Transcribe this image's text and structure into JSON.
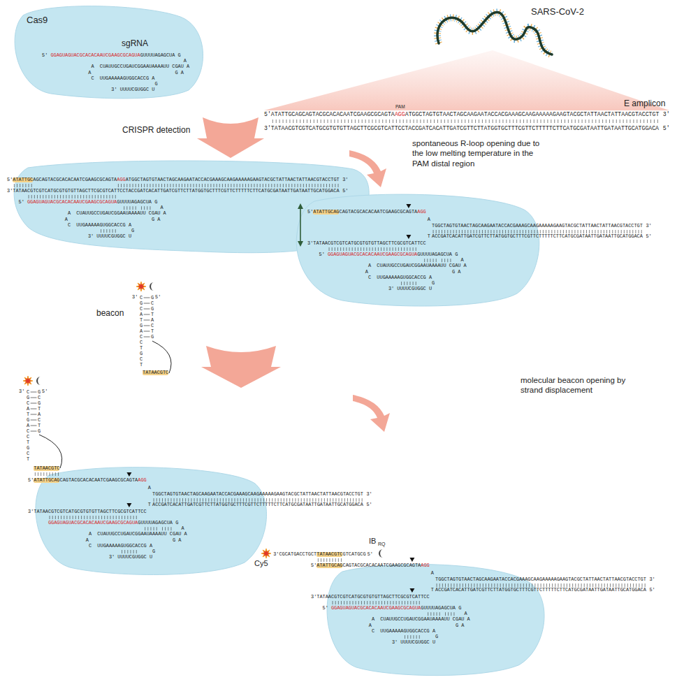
{
  "diagram": {
    "nodes": [
      {
        "text": [
          "Cas9",
          "sgRNA"
        ]
      }
    ],
    "labels": [
      "5'",
      "GGAGUAGUACGCACACAAUCGAAGCGCAGUA",
      "GUUUUAGAGCUA",
      "G",
      "A",
      "A",
      "CUAUUGCCUGAUCGGAAUAAAAUU",
      "CGAU",
      "A",
      "A",
      "G",
      "A",
      "C",
      "UUGAAAAAGUGGCACCG",
      "A",
      "G",
      "3'",
      "UUUUCGUGGC",
      "U",
      "SARS-CoV-2",
      "E amplicon",
      "PAM",
      "5'",
      "ATATTGCAGCAGTACGCACACAATCGAAGCGCAGTA",
      "AGG",
      "ATGGCTAGTGTAACTAGCAAGAATACCACGAAAGCAAGAAAAAGAAGTACGCTATTAACTATTAACGTACCTGT",
      "3'",
      "3'",
      "TATAACGTCGTCATGCGTGTGTTAGCTTCGCGTCATTCCTACCGATCACATTGATCGTTCTTATGGTGCTTTCGTTCTTTTTCTTCATGCGATAATTGATAATTGCATGGACA",
      "5'",
      "CRISPR detection",
      "5'",
      "ATATTGC",
      "AGCAGTACGCACACAATCGAAGCGCAGTA",
      "AGG",
      "ATGGCTAGTGTAACTAGCAAGAATACCACGAAAGCAAGAAAAAGAAGTACGCTATTAACTATTAACGTACCTGT",
      "3'",
      "3'",
      "TATAACGTCGTCATGCGTGTGTTAGCTTCGCGTCATTCCTACCGATCACATTGATCGTTCTTATGGTGCTTTCGTTCTTTTTCTTCATGCGATAATTGATAATTGCATGGACA",
      "5'",
      "5'",
      "GGAGUAGUACGCACACAAUCGAAGCGCAGUA",
      "GUUUUAGAGCUA",
      "G",
      "A",
      "A",
      "CUAUUGCCUGAUCGGAAUAAAAUU",
      "CGAU",
      "A",
      "A",
      "G",
      "A",
      "C",
      "UUGAAAAAGUGGCACCG",
      "A",
      "G",
      "3'",
      "UUUUCGUGGC",
      "U",
      "spontaneous R-loop opening due to the low melting temperature in the PAM distal region",
      "5'",
      "ATATTGCAG",
      "CAGTACGCACACAATCGAAGCGCAGTA",
      "AGG",
      "A",
      "TGGCTAGTGTAACTAGCAAGAATACCACGAAAGCAAGAAAAAGAAGTACGCTATTAACTATTAACGTACCTGT",
      "3'",
      "T",
      "ACCGATCACATTGATCGTTCTTATGGTGCTTTCGTTCTTTTTCTTCATGCGATAATTGATAATTGCATGGACA",
      "5'",
      "3'",
      "TATAACGTCGTCATGCGTGTGTTAGCTTCGCGTCATTCC",
      "5'",
      "GGAGUAGUACGCACACAAUCGAAGCGCAGUA",
      "GUUUUAGAGCUA",
      "G",
      "A",
      "A",
      "CUAUUGCCUGAUCGGAAUAAAAUU",
      "CGAU",
      "A",
      "A",
      "G",
      "A",
      "C",
      "UUGAAAAAGUGGCACCG",
      "A",
      "G",
      "3'",
      "UUUUCGUGGC",
      "U",
      "beacon",
      "3'",
      "CGCATGAC",
      "GCGTACTG",
      "5'",
      "CTGCT",
      "TATAACGTC",
      "3'",
      "CGCATGAC",
      "GCGTACTG",
      "5'",
      "CTGCT",
      "TATAACGTC",
      "5'",
      "ATATTGCAG",
      "CAGTACGCACACAATCGAAGCGCAGTA",
      "AGG",
      "A",
      "TGGCTAGTGTAACTAGCAAGAATACCACGAAAGCAAGAAAAAGAAGTACGCTATTAACTATTAACGTACCTGT",
      "3'",
      "T",
      "ACCGATCACATTGATCGTTCTTATGGTGCTTTCGTTCTTTTTCTTCATGCGATAATTGATAATTGCATGGACA",
      "5'",
      "3'",
      "TATAACGTCGTCATGCGTGTGTTAGCTTCGCGTCATTCC",
      "GGAGUAGUACGCACACAAUCGAAGCGCAGUA",
      "GUUUUAGAGCUA",
      "G",
      "A",
      "A",
      "CUAUUGCCUGAUCGGAAUAAAAUU",
      "CGAU",
      "A",
      "A",
      "G",
      "A",
      "C",
      "UUGAAAAAGUGGCACCG",
      "A",
      "G",
      "3'",
      "UUUUCGUGGC",
      "U",
      "molecular beacon opening by strand displacement",
      "3'",
      "CGCATGACCTGCT",
      "TATAACGTC",
      "GTCATGCG",
      "5'",
      "Cy5",
      "IB",
      "RQ",
      "5'",
      "ATATTGCAG",
      "CAGTACGCACACAATCGAAGCGCAGTA",
      "AGG",
      "A",
      "TGGCTAGTGTAACTAGCAAGAATACCACGAAAGCAAGAAAAAGAAGTACGCTATTAACTATTAACGTACCTGT",
      "3'",
      "T",
      "ACCGATCACATTGATCGTTCTTATGGTGCTTTCGTTCTTTTTCTTCATGCGATAATTGATAATTGCATGGACA",
      "5'",
      "3'",
      "TATAACGTCGTCATGCGTGTGTTAGCTTCGCGTCATTCC",
      "5'",
      "GGAGUAGUACGCACACAAUCGAAGCGCAGUA",
      "GUUUUAGAGCUA",
      "G",
      "A",
      "A",
      "CUAUUGCCUGAUCGGAAUAAAAUU",
      "CGAU",
      "A",
      "A",
      "G",
      "A",
      "C",
      "UUGAAAAAGUGGCACCG",
      "A",
      "G",
      "3'",
      "UUUUCGUGGC",
      "U"
    ]
  }
}
